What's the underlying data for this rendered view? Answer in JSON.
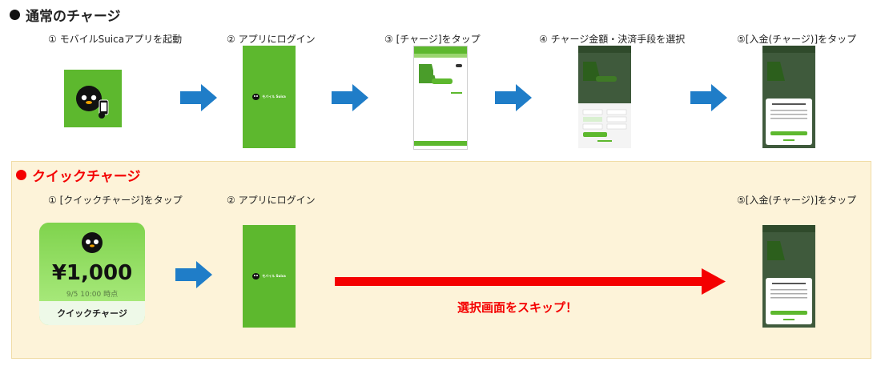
{
  "normal": {
    "title": "通常のチャージ",
    "dot_color": "#111111",
    "steps": [
      {
        "label": "① モバイルSuicaアプリを起動"
      },
      {
        "label": "② アプリにログイン"
      },
      {
        "label": "③ [チャージ]をタップ"
      },
      {
        "label": "④ チャージ金額・決済手段を選択"
      },
      {
        "label": "⑤[入金(チャージ)]をタップ"
      }
    ]
  },
  "quick": {
    "title": "クイックチャージ",
    "dot_color": "#f40000",
    "steps": [
      {
        "label": "① [クイックチャージ]をタップ"
      },
      {
        "label": "② アプリにログイン"
      },
      {
        "label": "⑤[入金(チャージ)]をタップ"
      }
    ],
    "widget": {
      "amount": "¥1,000",
      "datetime": "9/5 10:00 時点",
      "button_label": "クイックチャージ"
    },
    "skip_text": "選択画面をスキップ！"
  },
  "app_logo_text": "モバイル Suica",
  "colors": {
    "green": "#5db82e",
    "arrow_blue": "#1f7dc8",
    "red": "#f40000",
    "panel_bg": "#fdf3d9"
  }
}
